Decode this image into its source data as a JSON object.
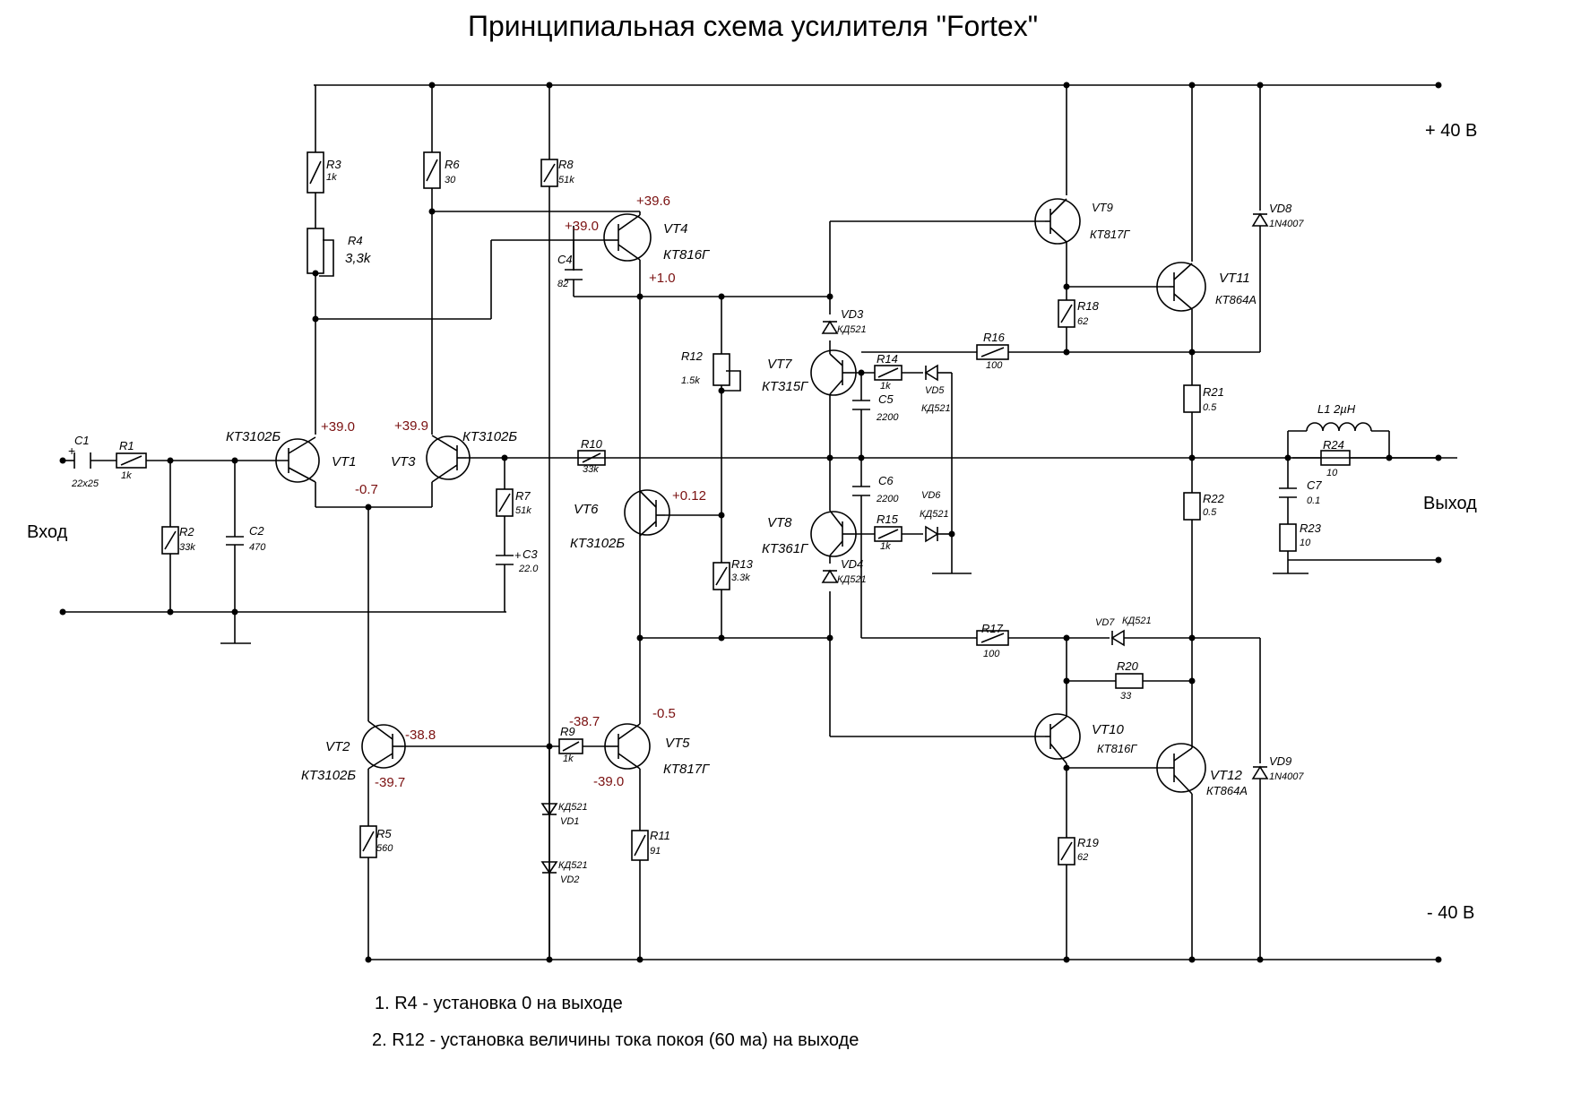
{
  "title": "Принципиальная схема усилителя \"Fortex\"",
  "rails": {
    "pos": "+ 40 В",
    "neg": "- 40 В"
  },
  "io": {
    "input": "Вход",
    "output": "Выход"
  },
  "notes": [
    "1. R4 - установка 0 на выходе",
    "2. R12 - установка величины тока покоя (60 ма) на выходе"
  ],
  "components": {
    "C1": {
      "ref": "C1",
      "value": "22x25"
    },
    "R1": {
      "ref": "R1",
      "value": "1k"
    },
    "R2": {
      "ref": "R2",
      "value": "33k"
    },
    "C2": {
      "ref": "C2",
      "value": "470"
    },
    "R3": {
      "ref": "R3",
      "value": "1k"
    },
    "R4": {
      "ref": "R4",
      "value": "3,3k"
    },
    "R5": {
      "ref": "R5",
      "value": "560"
    },
    "R6": {
      "ref": "R6",
      "value": "30"
    },
    "R7": {
      "ref": "R7",
      "value": "51k"
    },
    "C3": {
      "ref": "C3",
      "value": "22.0"
    },
    "R8": {
      "ref": "R8",
      "value": "51k"
    },
    "R9": {
      "ref": "R9",
      "value": "1k"
    },
    "C4": {
      "ref": "C4",
      "value": "82"
    },
    "R10": {
      "ref": "R10",
      "value": "33k"
    },
    "R11": {
      "ref": "R11",
      "value": "91"
    },
    "R12": {
      "ref": "R12",
      "value": "1.5k"
    },
    "R13": {
      "ref": "R13",
      "value": "3.3k"
    },
    "R14": {
      "ref": "R14",
      "value": "1k"
    },
    "R15": {
      "ref": "R15",
      "value": "1k"
    },
    "C5": {
      "ref": "C5",
      "value": "2200"
    },
    "C6": {
      "ref": "C6",
      "value": "2200"
    },
    "R16": {
      "ref": "R16",
      "value": "100"
    },
    "R17": {
      "ref": "R17",
      "value": "100"
    },
    "R18": {
      "ref": "R18",
      "value": "62"
    },
    "R19": {
      "ref": "R19",
      "value": "62"
    },
    "R20": {
      "ref": "R20",
      "value": "33"
    },
    "R21": {
      "ref": "R21",
      "value": "0.5"
    },
    "R22": {
      "ref": "R22",
      "value": "0.5"
    },
    "R23": {
      "ref": "R23",
      "value": "10"
    },
    "R24": {
      "ref": "R24",
      "value": "10"
    },
    "L1": {
      "ref": "L1 2µH"
    },
    "C7": {
      "ref": "C7",
      "value": "0.1"
    },
    "VD1": {
      "ref": "VD1",
      "value": "КД521"
    },
    "VD2": {
      "ref": "VD2",
      "value": "КД521"
    },
    "VD3": {
      "ref": "VD3",
      "value": "КД521"
    },
    "VD4": {
      "ref": "VD4",
      "value": "КД521"
    },
    "VD5": {
      "ref": "VD5",
      "value": "КД521"
    },
    "VD6": {
      "ref": "VD6",
      "value": "КД521"
    },
    "VD7": {
      "ref": "VD7",
      "value": "КД521"
    },
    "VD8": {
      "ref": "VD8",
      "value": "1N4007"
    },
    "VD9": {
      "ref": "VD9",
      "value": "1N4007"
    }
  },
  "transistors": {
    "VT1": {
      "ref": "VT1",
      "type": "КТ3102Б"
    },
    "VT2": {
      "ref": "VT2",
      "type": "КТ3102Б"
    },
    "VT3": {
      "ref": "VT3",
      "type": "КТ3102Б"
    },
    "VT4": {
      "ref": "VT4",
      "type": "КТ816Г"
    },
    "VT5": {
      "ref": "VT5",
      "type": "КТ817Г"
    },
    "VT6": {
      "ref": "VT6",
      "type": "КТ3102Б"
    },
    "VT7": {
      "ref": "VT7",
      "type": "КТ315Г"
    },
    "VT8": {
      "ref": "VT8",
      "type": "КТ361Г"
    },
    "VT9": {
      "ref": "VT9",
      "type": "КТ817Г"
    },
    "VT10": {
      "ref": "VT10",
      "type": "КТ816Г"
    },
    "VT11": {
      "ref": "VT11",
      "type": "КТ864А"
    },
    "VT12": {
      "ref": "VT12",
      "type": "КТ864А"
    }
  },
  "voltages": {
    "vt1_c": "+39.0",
    "vt3_c": "+39.9",
    "vt13_e": "-0.7",
    "vt4_e": "+39.6",
    "vt4_b": "+39.0",
    "vt4_c": "+1.0",
    "vt6_b": "+0.12",
    "vt2_c": "-38.8",
    "vt2_e": "-39.7",
    "vt5_b": "-38.7",
    "vt5_c": "-0.5",
    "vt5_e": "-39.0"
  }
}
